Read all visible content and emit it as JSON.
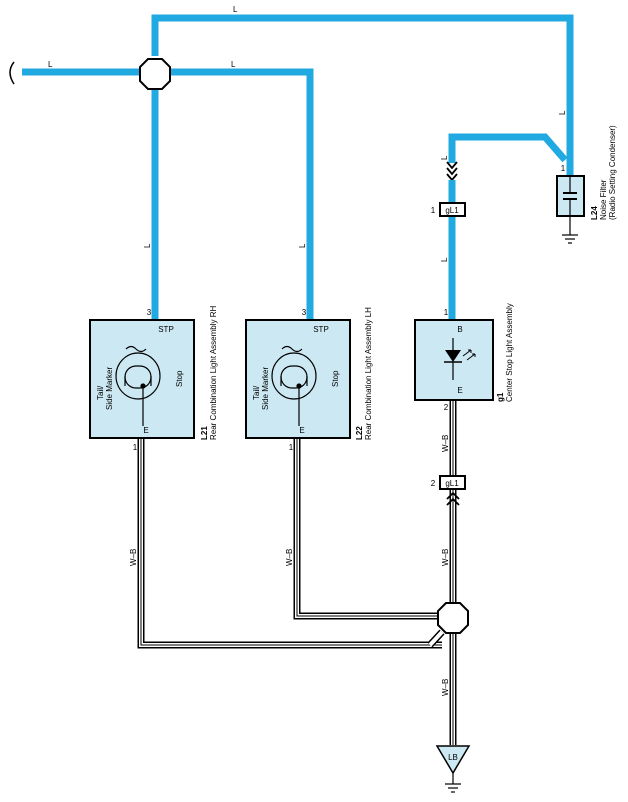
{
  "wire_colors": {
    "blue": "#21a9e1",
    "ground_gray": "#000000",
    "component_fill": "#cce9f3"
  },
  "wire_labels": {
    "l": "L",
    "wb": "W–B"
  },
  "connector_gl1": "gL1",
  "ground_label": "LB",
  "pins": {
    "p1": "1",
    "p2": "2",
    "p3": "3"
  },
  "l21": {
    "id": "L21",
    "name": "Rear Combination Light Assembly RH",
    "stp": "STP",
    "e": "E",
    "tail": "Tail/",
    "side_marker": "Side Marker",
    "stop": "Stop"
  },
  "l22": {
    "id": "L22",
    "name": "Rear Combination Light Assembly LH",
    "stp": "STP",
    "e": "E",
    "tail": "Tail/",
    "side_marker": "Side Marker",
    "stop": "Stop"
  },
  "g1": {
    "id": "g1",
    "name": "Center Stop Light Assembly",
    "b": "B",
    "e": "E"
  },
  "l24": {
    "id": "L24",
    "name": "Noise Filter",
    "sub": "(Radio Setting Condenser)"
  }
}
